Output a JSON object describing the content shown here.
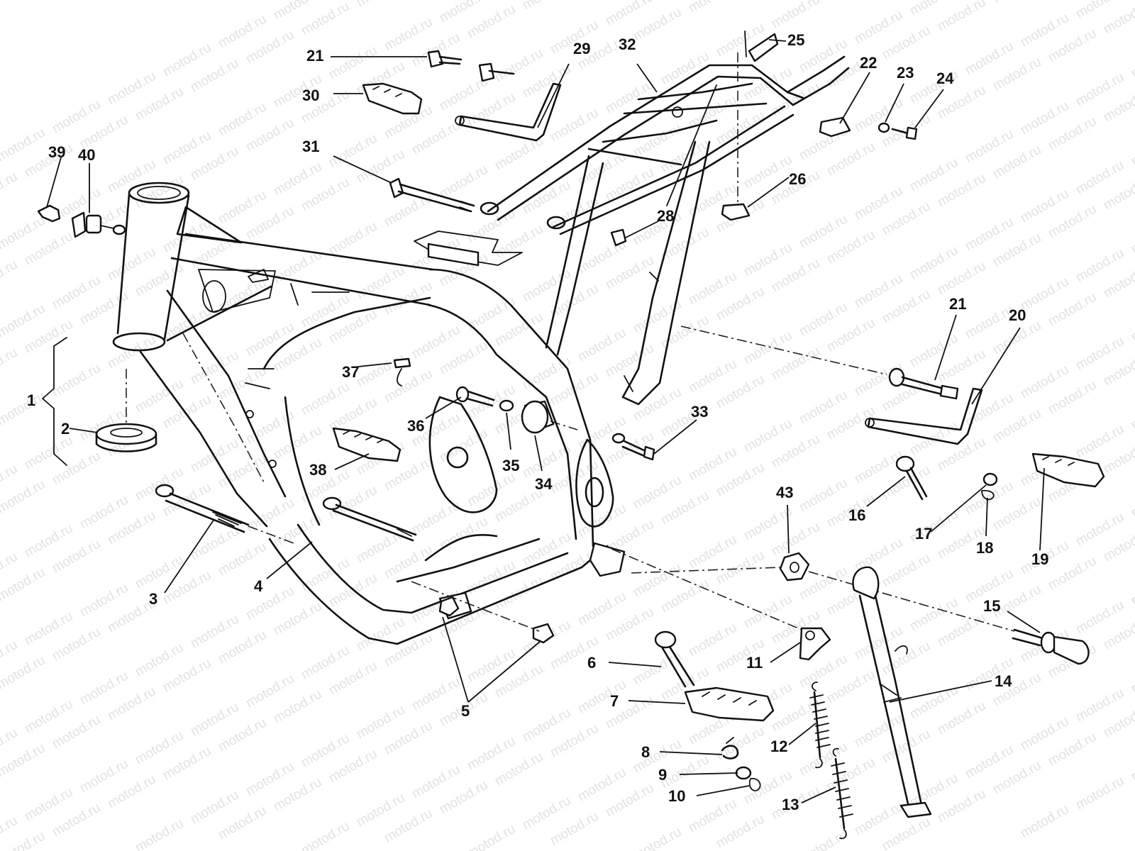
{
  "watermark": {
    "text": "motod.ru"
  },
  "callouts": [
    {
      "id": "1",
      "label": "1"
    },
    {
      "id": "2",
      "label": "2"
    },
    {
      "id": "3",
      "label": "3"
    },
    {
      "id": "4",
      "label": "4"
    },
    {
      "id": "5",
      "label": "5"
    },
    {
      "id": "6",
      "label": "6"
    },
    {
      "id": "7",
      "label": "7"
    },
    {
      "id": "8",
      "label": "8"
    },
    {
      "id": "9",
      "label": "9"
    },
    {
      "id": "10",
      "label": "10"
    },
    {
      "id": "11",
      "label": "11"
    },
    {
      "id": "12",
      "label": "12"
    },
    {
      "id": "13",
      "label": "13"
    },
    {
      "id": "14",
      "label": "14"
    },
    {
      "id": "15",
      "label": "15"
    },
    {
      "id": "16",
      "label": "16"
    },
    {
      "id": "17",
      "label": "17"
    },
    {
      "id": "18",
      "label": "18"
    },
    {
      "id": "19",
      "label": "19"
    },
    {
      "id": "20",
      "label": "20"
    },
    {
      "id": "21a",
      "label": "21"
    },
    {
      "id": "21b",
      "label": "21"
    },
    {
      "id": "22",
      "label": "22"
    },
    {
      "id": "23",
      "label": "23"
    },
    {
      "id": "24",
      "label": "24"
    },
    {
      "id": "25",
      "label": "25"
    },
    {
      "id": "26",
      "label": "26"
    },
    {
      "id": "28",
      "label": "28"
    },
    {
      "id": "29",
      "label": "29"
    },
    {
      "id": "30",
      "label": "30"
    },
    {
      "id": "31",
      "label": "31"
    },
    {
      "id": "32",
      "label": "32"
    },
    {
      "id": "33",
      "label": "33"
    },
    {
      "id": "34",
      "label": "34"
    },
    {
      "id": "35",
      "label": "35"
    },
    {
      "id": "36",
      "label": "36"
    },
    {
      "id": "37",
      "label": "37"
    },
    {
      "id": "38",
      "label": "38"
    },
    {
      "id": "39",
      "label": "39"
    },
    {
      "id": "40",
      "label": "40"
    },
    {
      "id": "43",
      "label": "43"
    }
  ]
}
